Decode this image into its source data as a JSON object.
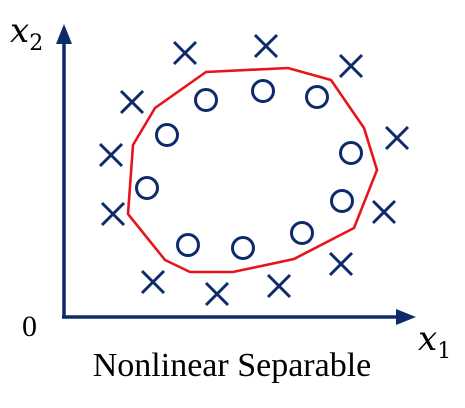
{
  "figure": {
    "x_axis_label": "x",
    "x_axis_subscript": "1",
    "y_axis_label": "x",
    "y_axis_subscript": "2",
    "origin_label": "0",
    "caption": "Nonlinear Separable"
  },
  "colors": {
    "axis": "#0e2a6b",
    "marker": "#0e2a6b",
    "boundary": "#e8141c"
  },
  "icons": {
    "positive_class": "circle-icon",
    "negative_class": "cross-icon"
  }
}
